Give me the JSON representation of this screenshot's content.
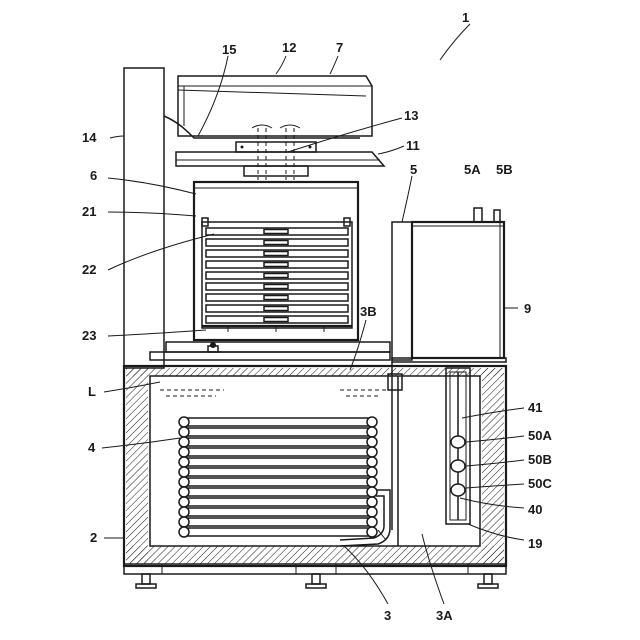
{
  "figure": {
    "labels": {
      "l1": "1",
      "l12": "12",
      "l7": "7",
      "l15": "15",
      "l13": "13",
      "l14": "14",
      "l11": "11",
      "l6": "6",
      "l5": "5",
      "l5A": "5A",
      "l5B": "5B",
      "l21": "21",
      "l9": "9",
      "l22": "22",
      "l23": "23",
      "l3B": "3B",
      "lL": "L",
      "l41": "41",
      "l4": "4",
      "l50A": "50A",
      "l50B": "50B",
      "l50C": "50C",
      "l40": "40",
      "l2": "2",
      "l19": "19",
      "l3": "3",
      "l3A": "3A"
    }
  }
}
